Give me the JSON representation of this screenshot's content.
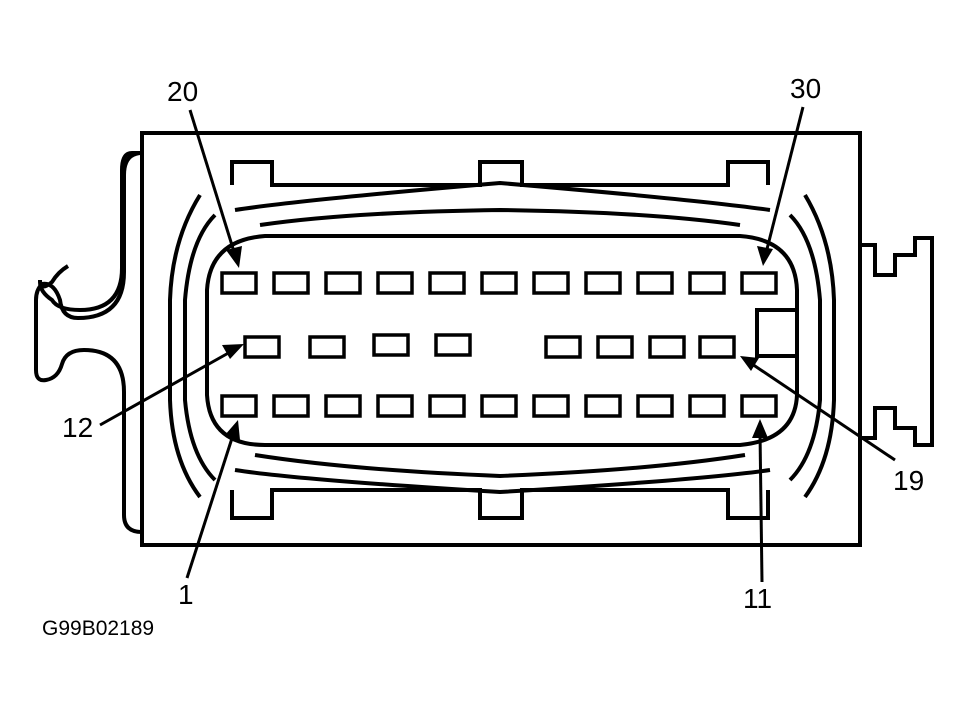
{
  "callouts": {
    "pin_20": "20",
    "pin_30": "30",
    "pin_12": "12",
    "pin_19": "19",
    "pin_1": "1",
    "pin_11": "11"
  },
  "figure_code": "G99B02189",
  "colors": {
    "line": "#000000",
    "background": "#ffffff"
  }
}
